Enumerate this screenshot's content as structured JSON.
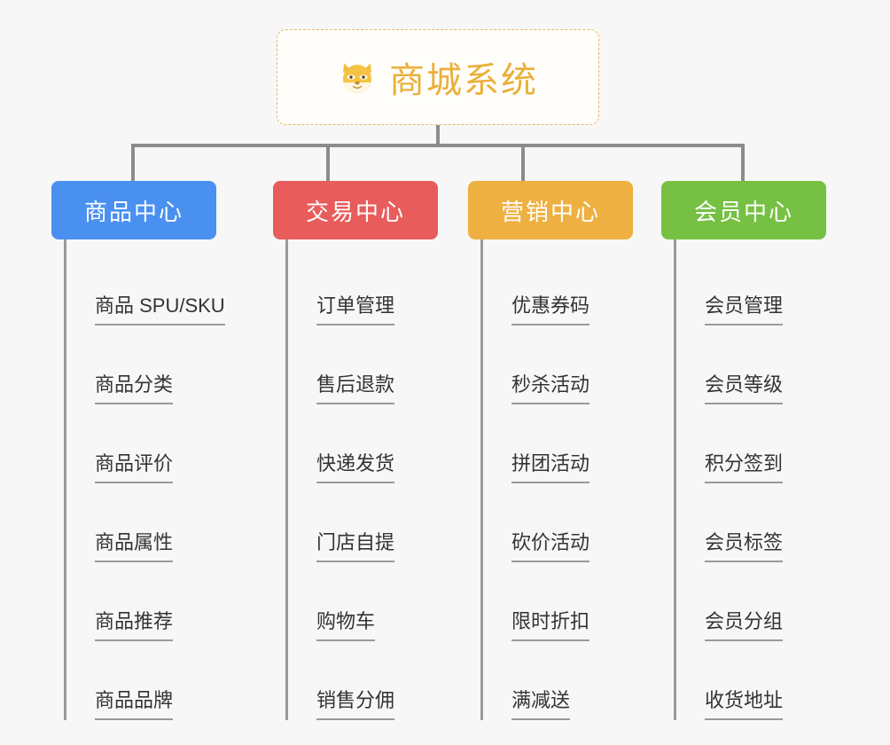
{
  "diagram": {
    "type": "mind-map",
    "background_color": "#f7f7f7",
    "root": {
      "title": "商城系统",
      "emoji_name": "dog-face-emoji",
      "title_color": "#eab03a",
      "border_color": "#e8b964"
    },
    "connector_color": "#8c8c8c",
    "leaf_text_color": "#333333",
    "leaf_rule_color": "#9a9a9a",
    "branches": [
      {
        "title": "商品中心",
        "color": "#4a90f0",
        "items": [
          "商品 SPU/SKU",
          "商品分类",
          "商品评价",
          "商品属性",
          "商品推荐",
          "商品品牌"
        ]
      },
      {
        "title": "交易中心",
        "color": "#e85c5c",
        "items": [
          "订单管理",
          "售后退款",
          "快递发货",
          "门店自提",
          "购物车",
          "销售分佣"
        ]
      },
      {
        "title": "营销中心",
        "color": "#eeb040",
        "items": [
          "优惠券码",
          "秒杀活动",
          "拼团活动",
          "砍价活动",
          "限时折扣",
          "满减送"
        ]
      },
      {
        "title": "会员中心",
        "color": "#76c043",
        "items": [
          "会员管理",
          "会员等级",
          "积分签到",
          "会员标签",
          "会员分组",
          "收货地址"
        ]
      }
    ]
  }
}
